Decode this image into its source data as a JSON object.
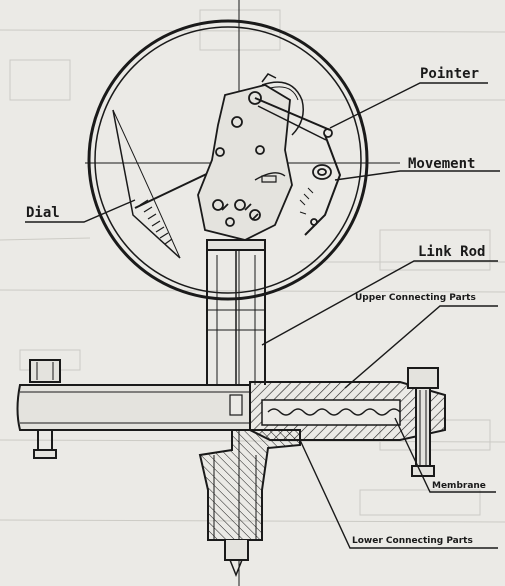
{
  "labels": {
    "pointer": "Pointer",
    "movement": "Movement",
    "dial": "Dial",
    "link_rod": "Link Rod",
    "upper_connecting_parts": "Upper Connecting Parts",
    "membrane": "Membrane",
    "lower_connecting_parts": "Lower Connecting Parts"
  },
  "colors": {
    "ink": "#1a1a1a",
    "paper": "#ebeae6",
    "faded": "#b9b8b2"
  }
}
